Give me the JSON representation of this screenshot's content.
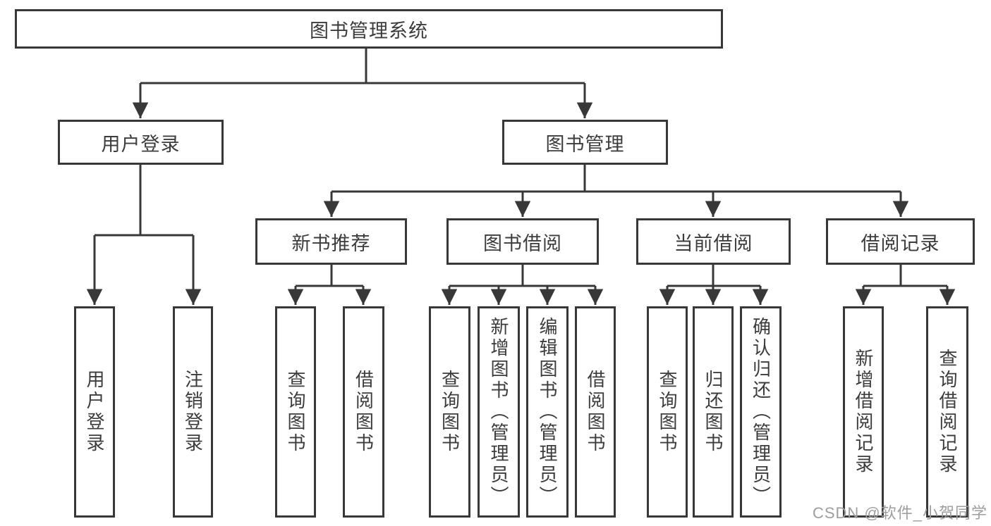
{
  "tree": {
    "root": {
      "label": "图书管理系统",
      "children": [
        {
          "label": "用户登录",
          "children": [
            {
              "label": "用户登录"
            },
            {
              "label": "注销登录"
            }
          ]
        },
        {
          "label": "图书管理",
          "children": [
            {
              "label": "新书推荐",
              "children": [
                {
                  "label": "查询图书"
                },
                {
                  "label": "借阅图书"
                }
              ]
            },
            {
              "label": "图书借阅",
              "children": [
                {
                  "label": "查询图书"
                },
                {
                  "label": "新增图书（管理员）"
                },
                {
                  "label": "编辑图书（管理员）"
                },
                {
                  "label": "借阅图书"
                }
              ]
            },
            {
              "label": "当前借阅",
              "children": [
                {
                  "label": "查询图书"
                },
                {
                  "label": "归还图书"
                },
                {
                  "label": "确认归还（管理员）"
                }
              ]
            },
            {
              "label": "借阅记录",
              "children": [
                {
                  "label": "新增借阅记录"
                },
                {
                  "label": "查询借阅记录"
                }
              ]
            }
          ]
        }
      ]
    }
  },
  "watermark": {
    "text": "CSDN @软件_小贺同学"
  },
  "style": {
    "line_color": "#383838",
    "text_color": "#3c3c3c",
    "watermark_color": "#9e9e9e",
    "background": "#ffffff"
  }
}
